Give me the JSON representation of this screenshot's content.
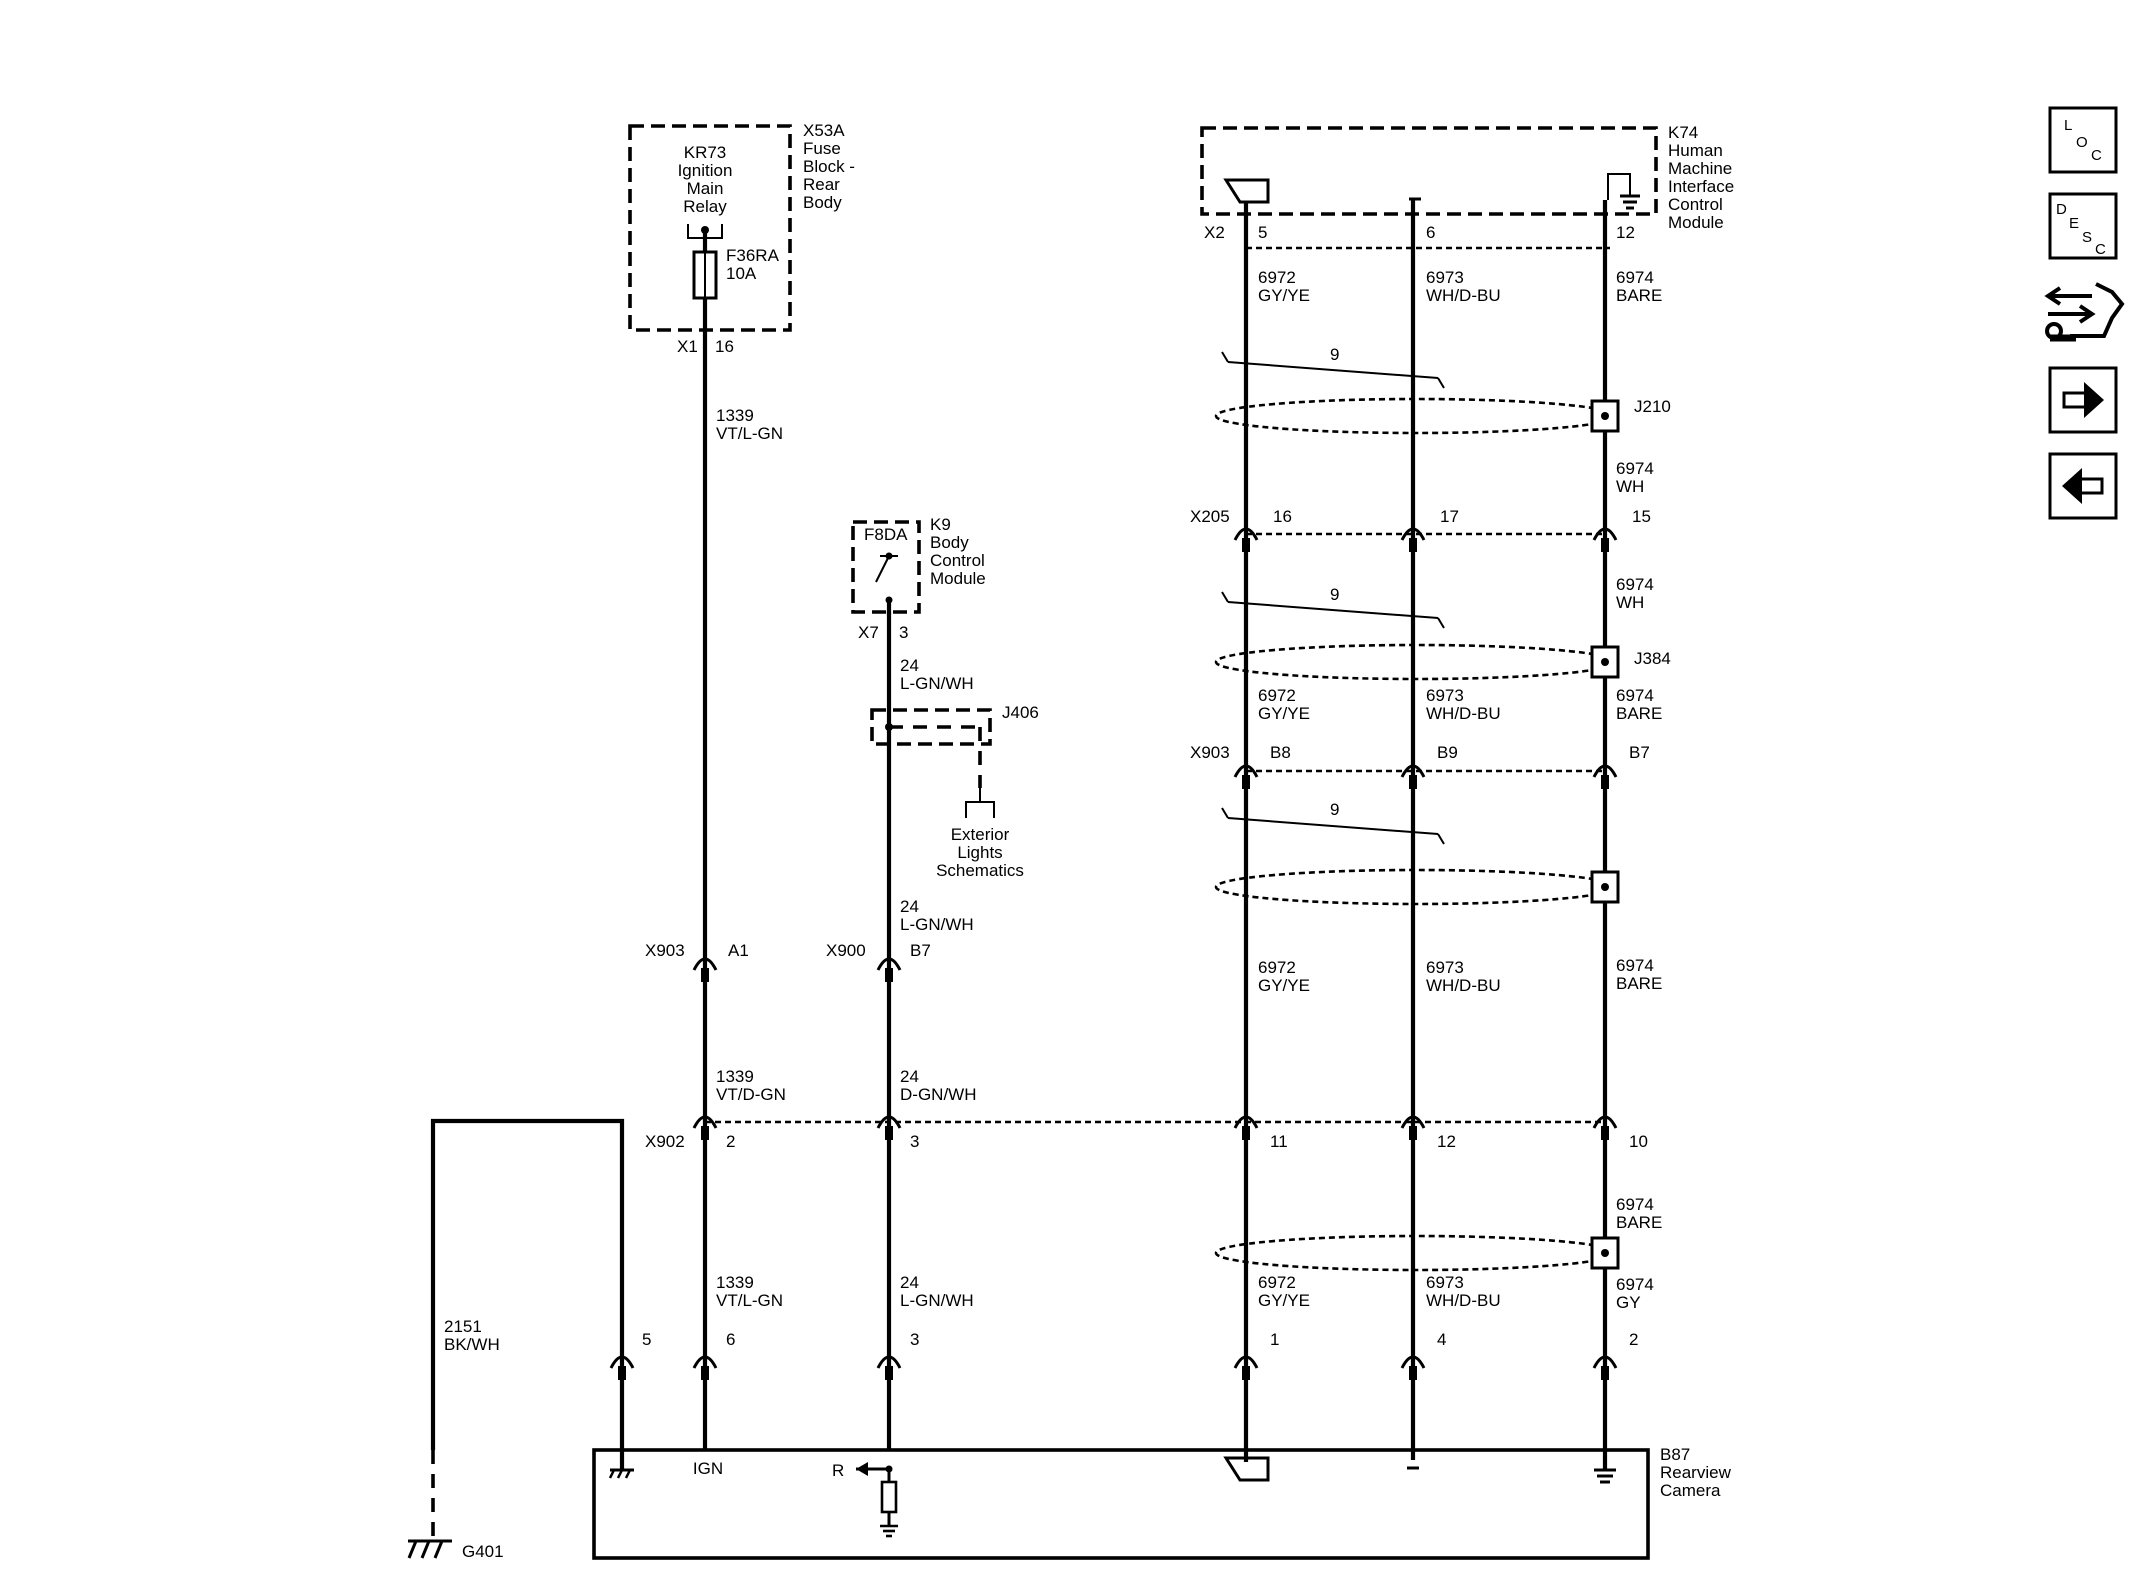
{
  "components": {
    "x53a": {
      "id": "X53A",
      "lines": [
        "Fuse",
        "Block -",
        "Rear",
        "Body"
      ]
    },
    "kr73": {
      "lines": [
        "KR73",
        "Ignition",
        "Main",
        "Relay"
      ]
    },
    "f36ra": {
      "id": "F36RA",
      "rating": "10A"
    },
    "k9": {
      "id": "K9",
      "lines": [
        "Body",
        "Control",
        "Module"
      ]
    },
    "f8da": {
      "id": "F8DA"
    },
    "k74": {
      "id": "K74",
      "lines": [
        "Human",
        "Machine",
        "Interface",
        "Control",
        "Module"
      ]
    },
    "b87": {
      "id": "B87",
      "lines": [
        "Rearview",
        "Camera"
      ]
    },
    "j406": {
      "id": "J406"
    },
    "j210": {
      "id": "J210"
    },
    "j384": {
      "id": "J384"
    },
    "g401": {
      "id": "G401"
    },
    "exterior_lights": {
      "lines": [
        "Exterior",
        "Lights",
        "Schematics"
      ]
    }
  },
  "connectors": {
    "x1": {
      "id": "X1",
      "pin": "16"
    },
    "x7": {
      "id": "X7",
      "pin": "3"
    },
    "x2": {
      "id": "X2",
      "pins": [
        "5",
        "6",
        "12"
      ]
    },
    "x205": {
      "id": "X205",
      "pins": [
        "16",
        "17",
        "15"
      ]
    },
    "x903_top": {
      "id": "X903",
      "pins": [
        "B8",
        "B9",
        "B7"
      ]
    },
    "x903_low": {
      "id": "X903",
      "pin": "A1"
    },
    "x900": {
      "id": "X900",
      "pin": "B7"
    },
    "x902": {
      "id": "X902",
      "pins": [
        "2",
        "3",
        "11",
        "12",
        "10"
      ]
    },
    "b87_pins": [
      "5",
      "6",
      "3",
      "1",
      "4",
      "2"
    ]
  },
  "b87_labels": {
    "ign": "IGN",
    "r": "R"
  },
  "twist_count": "9",
  "wires": {
    "c1339": "1339",
    "c24": "24",
    "c6972": "6972",
    "c6973": "6973",
    "c6974": "6974",
    "c2151": "2151",
    "vt_lgn": "VT/L-GN",
    "vt_dgn": "VT/D-GN",
    "lgn_wh": "L-GN/WH",
    "dgn_wh": "D-GN/WH",
    "gy_ye": "GY/YE",
    "wh_dbu": "WH/D-BU",
    "bare": "BARE",
    "wh": "WH",
    "gy": "GY",
    "bk_wh": "BK/WH"
  },
  "nav": {
    "loc": [
      "L",
      "O",
      "C"
    ],
    "desc": [
      "D",
      "E",
      "S",
      "C"
    ],
    "icons": [
      "connector-wrench-icon",
      "arrow-right-icon",
      "arrow-left-icon"
    ]
  }
}
